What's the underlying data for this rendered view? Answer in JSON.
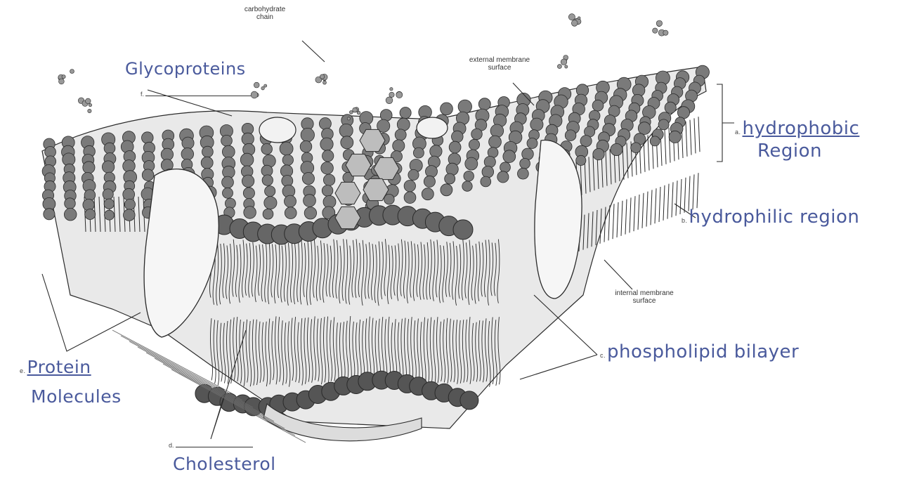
{
  "printed_labels": {
    "carbohydrate_chain": "carbohydrate\nchain",
    "external_surface": "external membrane\nsurface",
    "internal_surface": "internal membrane\nsurface"
  },
  "blank_letters": {
    "glycoproteins": "f.",
    "hydrophobic": "a.",
    "hydrophilic": "b.",
    "phospholipid": "c.",
    "cholesterol": "d.",
    "protein": "e."
  },
  "handwritten_answers": {
    "glycoproteins": "Glycoproteins",
    "hydrophobic_line1": "hydrophobic",
    "hydrophobic_line2": "Region",
    "hydrophilic": "hydrophilic region",
    "phospholipid": "phospholipid bilayer",
    "cholesterol": "Cholesterol",
    "protein_line1": "Protein",
    "protein_line2": "Molecules"
  },
  "colors": {
    "ink": "#2a2a2a",
    "handwriting": "#4a5a9c",
    "shade": "#6b6b6b"
  }
}
